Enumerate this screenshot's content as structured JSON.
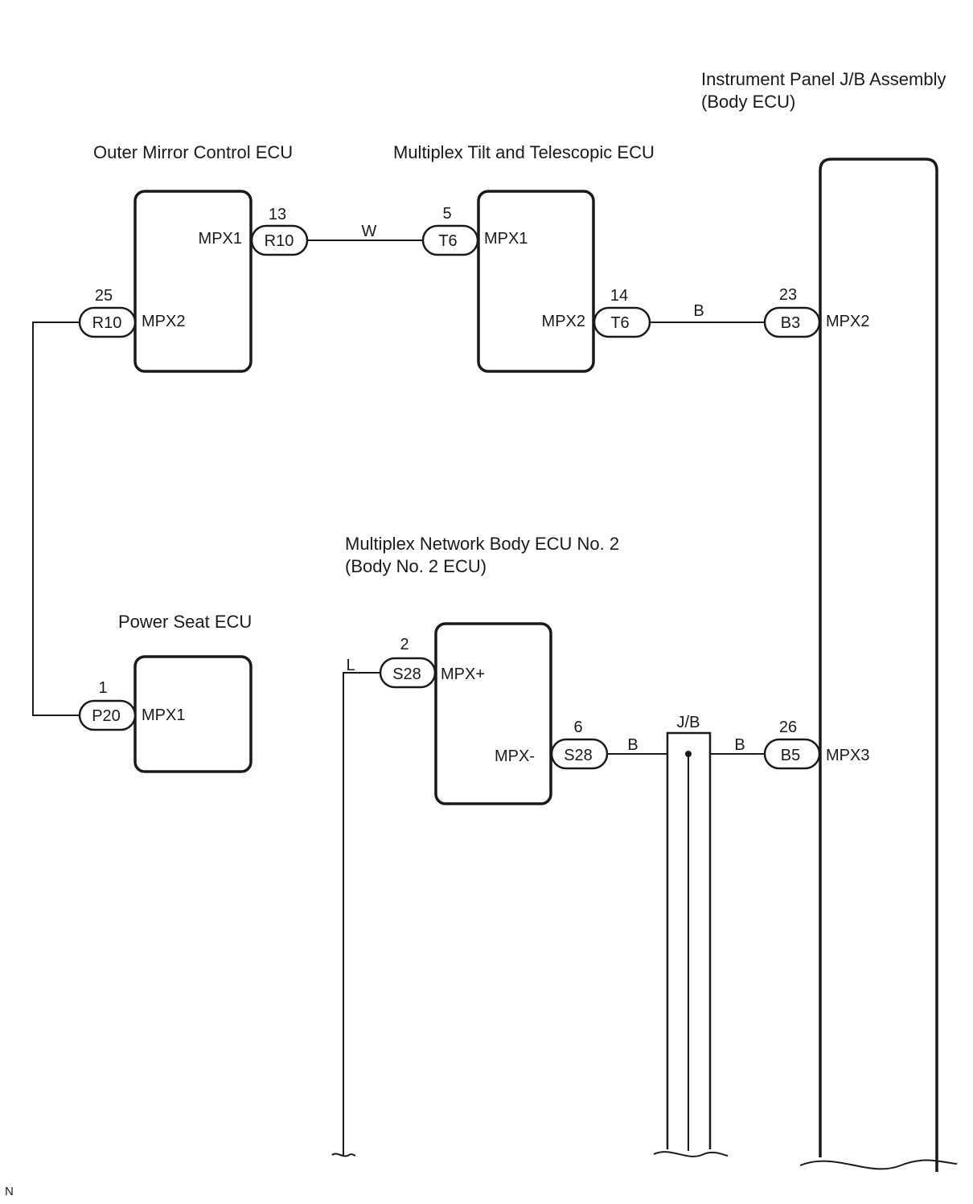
{
  "components": {
    "body_ecu": {
      "title_line1": "Instrument Panel J/B Assembly",
      "title_line2": "(Body ECU)"
    },
    "outer_mirror_ecu": {
      "title": "Outer Mirror Control ECU"
    },
    "tilt_telescopic_ecu": {
      "title": "Multiplex Tilt and Telescopic ECU"
    },
    "body2_ecu": {
      "title_line1": "Multiplex Network Body ECU No. 2",
      "title_line2": "(Body No. 2 ECU)"
    },
    "power_seat_ecu": {
      "title": "Power Seat ECU"
    },
    "junction_block": {
      "label": "J/B"
    }
  },
  "connectors": {
    "outer_mirror_mpx1": {
      "pin": "13",
      "code": "R10",
      "terminal": "MPX1"
    },
    "outer_mirror_mpx2": {
      "pin": "25",
      "code": "R10",
      "terminal": "MPX2"
    },
    "tilt_mpx1": {
      "pin": "5",
      "code": "T6",
      "terminal": "MPX1"
    },
    "tilt_mpx2": {
      "pin": "14",
      "code": "T6",
      "terminal": "MPX2"
    },
    "body_mpx2": {
      "pin": "23",
      "code": "B3",
      "terminal": "MPX2"
    },
    "body_mpx3": {
      "pin": "26",
      "code": "B5",
      "terminal": "MPX3"
    },
    "power_seat_mpx1": {
      "pin": "1",
      "code": "P20",
      "terminal": "MPX1"
    },
    "body2_mpx_plus": {
      "pin": "2",
      "code": "S28",
      "terminal": "MPX+"
    },
    "body2_mpx_minus": {
      "pin": "6",
      "code": "S28",
      "terminal": "MPX-"
    }
  },
  "wires": {
    "mirror_to_tilt": "W",
    "tilt_to_body": "B",
    "body2_minus_to_jb": "B",
    "jb_to_body": "B",
    "body2_plus_lead": "L"
  },
  "footer": {
    "code": "N"
  }
}
